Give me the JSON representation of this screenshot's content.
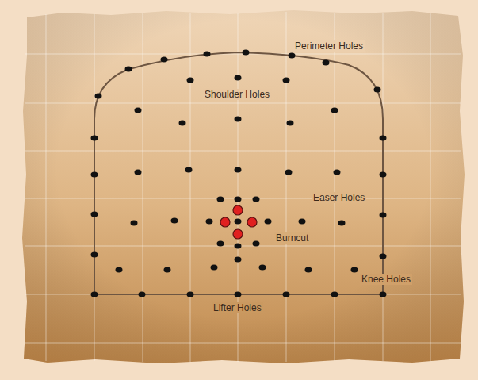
{
  "diagram": {
    "labels": [
      "Perimeter Holes",
      "Shoulder Holes",
      "Easer Holes",
      "Burncut",
      "Knee Holes",
      "Lifter Holes"
    ]
  }
}
